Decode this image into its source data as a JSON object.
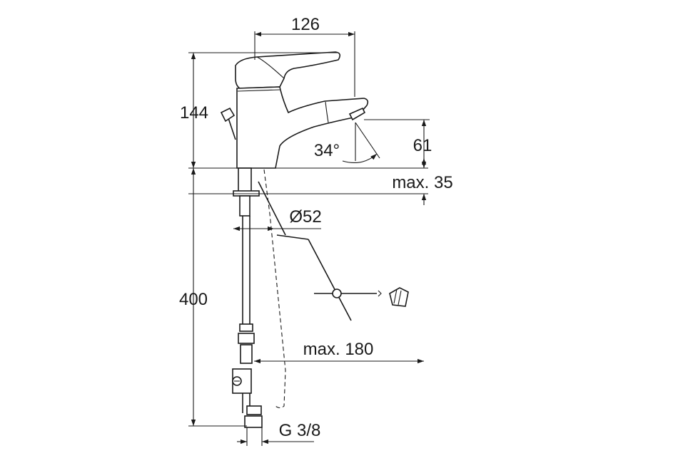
{
  "dimensions": {
    "spout_reach": "126",
    "height_above_deck": "144",
    "spout_outlet_height": "61",
    "spout_angle": "34°",
    "deck_thickness": "max. 35",
    "hole_diameter": "Ø52",
    "hose_length": "400",
    "waste_rod_reach": "max. 180",
    "connection_thread": "G 3/8"
  }
}
